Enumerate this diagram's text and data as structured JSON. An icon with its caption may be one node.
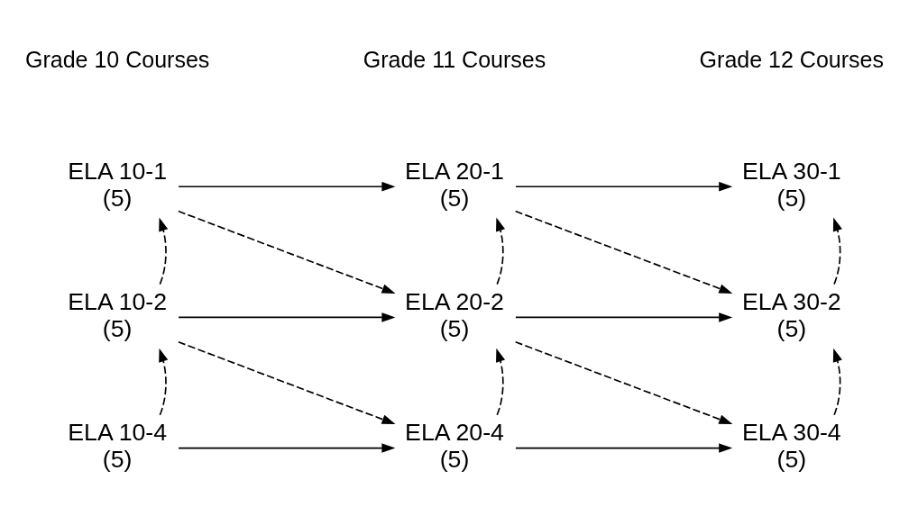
{
  "diagram": {
    "nodes": [
      {
        "text": [
          "ELA 10-1",
          "(5)"
        ]
      },
      {
        "text": [
          "ELA 20-1",
          "(5)"
        ]
      },
      {
        "text": [
          "ELA 30-1",
          "(5)"
        ]
      },
      {
        "text": [
          "ELA 10-2",
          "(5)"
        ]
      },
      {
        "text": [
          "ELA 20-2",
          "(5)"
        ]
      },
      {
        "text": [
          "ELA 30-2",
          "(5)"
        ]
      },
      {
        "text": [
          "ELA 10-4",
          "(5)"
        ]
      },
      {
        "text": [
          "ELA 20-4",
          "(5)"
        ]
      },
      {
        "text": [
          "ELA 30-4",
          "(5)"
        ]
      }
    ],
    "edges": [
      {
        "from": 0,
        "to": 1,
        "arrow": "to"
      },
      {
        "from": 0,
        "to": 4,
        "arrow": "to",
        "style": "dashed"
      },
      {
        "from": 1,
        "to": 2,
        "arrow": "to"
      },
      {
        "from": 1,
        "to": 5,
        "arrow": "to",
        "style": "dashed"
      },
      {
        "from": 3,
        "to": 0,
        "arrow": "to",
        "style": "dashed"
      },
      {
        "from": 4,
        "to": 1,
        "arrow": "to",
        "style": "dashed"
      },
      {
        "from": 5,
        "to": 2,
        "arrow": "to",
        "style": "dashed"
      },
      {
        "from": 3,
        "to": 4,
        "arrow": "to"
      },
      {
        "from": 3,
        "to": 7,
        "arrow": "to",
        "style": "dashed"
      },
      {
        "from": 4,
        "to": 5,
        "arrow": "to"
      },
      {
        "from": 4,
        "to": 8,
        "arrow": "to",
        "style": "dashed"
      },
      {
        "from": 6,
        "to": 3,
        "arrow": "to",
        "style": "dashed"
      },
      {
        "from": 7,
        "to": 4,
        "arrow": "to",
        "style": "dashed"
      },
      {
        "from": 8,
        "to": 5,
        "arrow": "to",
        "style": "dashed"
      },
      {
        "from": 6,
        "to": 7,
        "arrow": "to"
      },
      {
        "from": 7,
        "to": 8,
        "arrow": "to"
      }
    ],
    "labels": [
      "Grade 10 Courses",
      "Grade 11 Courses",
      "Grade 12 Courses"
    ]
  }
}
